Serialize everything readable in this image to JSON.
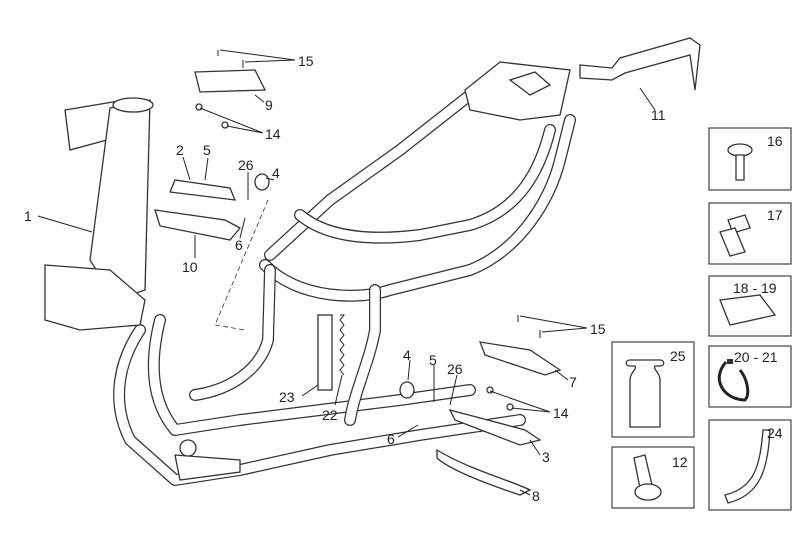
{
  "diagram": {
    "callouts": {
      "c1": "1",
      "c2": "2",
      "c3": "3",
      "c4a": "4",
      "c4b": "4",
      "c5a": "5",
      "c5b": "5",
      "c6a": "6",
      "c6b": "6",
      "c7": "7",
      "c8": "8",
      "c9": "9",
      "c10": "10",
      "c11": "11",
      "c12": "12",
      "c14a": "14",
      "c14b": "14",
      "c15a": "15",
      "c15b": "15",
      "c16": "16",
      "c17": "17",
      "c18_19": "18 - 19",
      "c20_21": "20 - 21",
      "c22": "22",
      "c23": "23",
      "c24": "24",
      "c25": "25",
      "c26a": "26",
      "c26b": "26"
    }
  }
}
